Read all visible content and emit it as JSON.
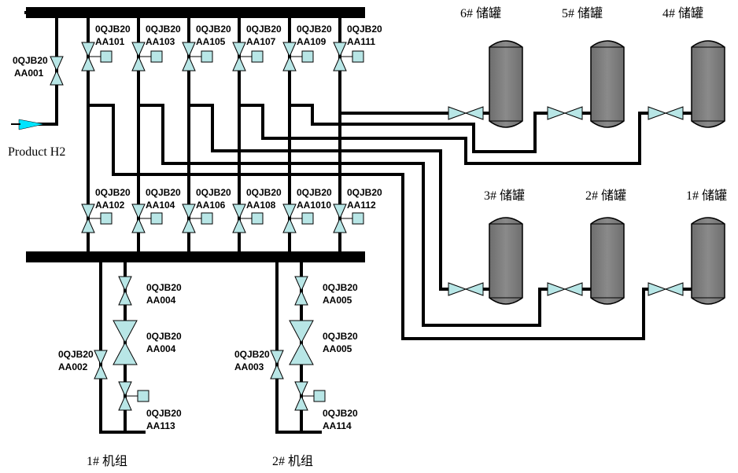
{
  "product_label": "Product H2",
  "valve_prefix": "0QJB20",
  "upper_valves": [
    "AA101",
    "AA103",
    "AA105",
    "AA107",
    "AA109",
    "AA111"
  ],
  "lower_valves": [
    "AA102",
    "AA104",
    "AA106",
    "AA108",
    "AA1010",
    "AA112"
  ],
  "inlet_valve": "AA001",
  "tanks_top": [
    "6# 储罐",
    "5# 储罐",
    "4# 储罐"
  ],
  "tanks_bottom": [
    "3# 储罐",
    "2# 储罐",
    "1# 储罐"
  ],
  "unit1": {
    "name": "1# 机组",
    "side_valve": "AA002",
    "valve_a": "AA004",
    "valve_b": "AA004",
    "valve_c": "AA113"
  },
  "unit2": {
    "name": "2# 机组",
    "side_valve": "AA003",
    "valve_a": "AA005",
    "valve_b": "AA005",
    "valve_c": "AA114"
  },
  "colors": {
    "pipe": "#000000",
    "valve": "#b8e6e6",
    "tank": "#808080",
    "arrow": "#00e5ff"
  }
}
